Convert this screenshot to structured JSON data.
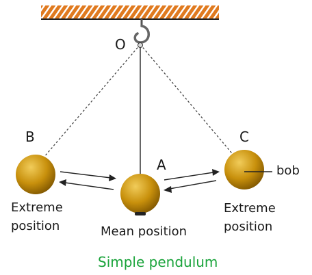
{
  "labels": {
    "pivot": "O",
    "left_point": "B",
    "mean_point": "A",
    "right_point": "C",
    "bob": "bob",
    "left_pos_line1": "Extreme",
    "left_pos_line2": "position",
    "mean_pos": "Mean position",
    "right_pos_line1": "Extreme",
    "right_pos_line2": "position",
    "caption": "Simple pendulum"
  },
  "colors": {
    "ceiling": "#e07a1f",
    "bob": "#c8900c",
    "string": "#333333",
    "caption": "#19a33a"
  },
  "icons": {
    "hook": "hook-icon"
  }
}
